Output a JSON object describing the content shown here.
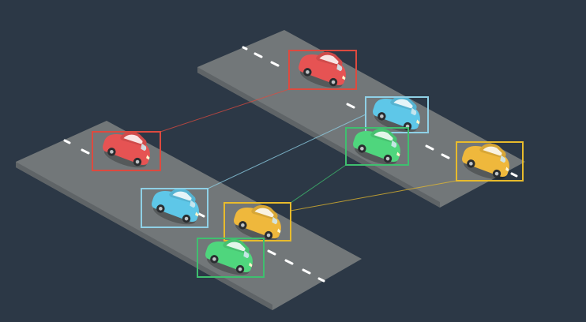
{
  "scene": {
    "background_color": "#2c3846",
    "road_color": "#727779",
    "road_edge_color": "#6a6f72",
    "lane_dash_color": "#ffffff"
  },
  "colors": {
    "red": "#e65353",
    "blue": "#5ec7e8",
    "yellow": "#efb83c",
    "green": "#4fd67d"
  },
  "box_colors": {
    "red": "#dd4a3f",
    "blue": "#8fd0e6",
    "yellow": "#e8bb2c",
    "green": "#3fbf6f"
  },
  "left_road": {
    "cars": [
      {
        "name": "car-red-left",
        "color": "red",
        "tracked": true
      },
      {
        "name": "car-blue-left",
        "color": "blue",
        "tracked": true
      },
      {
        "name": "car-yellow-left",
        "color": "yellow",
        "tracked": true
      },
      {
        "name": "car-green-left",
        "color": "green",
        "tracked": true
      }
    ]
  },
  "right_road": {
    "cars": [
      {
        "name": "car-red-right",
        "color": "red",
        "tracked": true
      },
      {
        "name": "car-blue-right",
        "color": "blue",
        "tracked": true
      },
      {
        "name": "car-green-right",
        "color": "green",
        "tracked": true
      },
      {
        "name": "car-yellow-right",
        "color": "yellow",
        "tracked": true
      }
    ]
  },
  "links": [
    {
      "name": "link-red",
      "color": "red"
    },
    {
      "name": "link-blue",
      "color": "blue"
    },
    {
      "name": "link-green",
      "color": "green"
    },
    {
      "name": "link-yellow",
      "color": "yellow"
    }
  ]
}
